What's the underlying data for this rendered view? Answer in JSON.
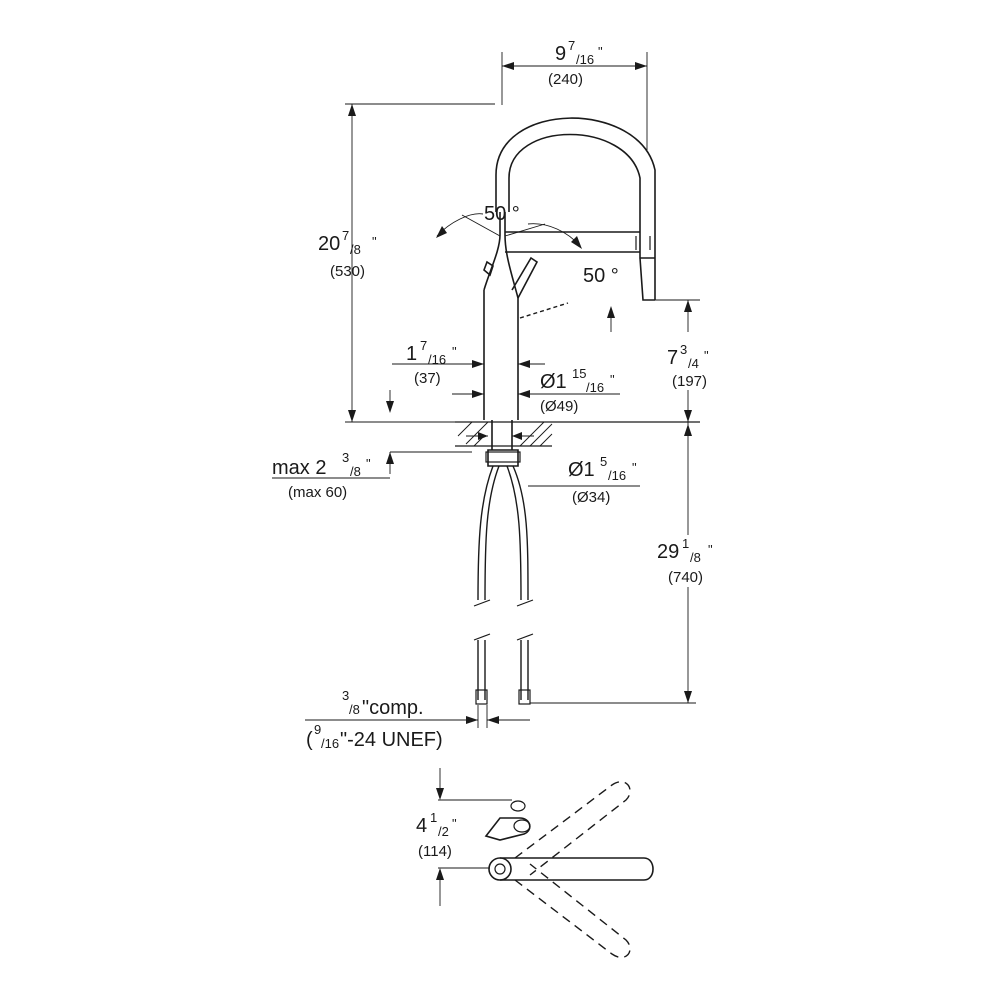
{
  "dimensions": {
    "spout_reach": {
      "whole": "9",
      "num": "7",
      "den": "16",
      "unit": "\"",
      "metric": "(240)"
    },
    "height": {
      "whole": "20",
      "num": "7",
      "den": "8",
      "unit": "\"",
      "metric": "(530)"
    },
    "swivel_angle_1": "50 °",
    "swivel_angle_2": "50 °",
    "outlet_height": {
      "whole": "7",
      "num": "3",
      "den": "4",
      "unit": "\"",
      "metric": "(197)"
    },
    "handle_offset": {
      "whole": "1",
      "num": "7",
      "den": "16",
      "unit": "\"",
      "metric": "(37)"
    },
    "body_diameter": {
      "prefix": "Ø1",
      "num": "15",
      "den": "16",
      "unit": "\"",
      "metric": "(Ø49)"
    },
    "deck_thickness": {
      "prefix": "max  2",
      "num": "3",
      "den": "8",
      "unit": "\"",
      "metric": "(max 60)"
    },
    "hole_diameter": {
      "prefix": "Ø1",
      "num": "5",
      "den": "16",
      "unit": "\"",
      "metric": "(Ø34)"
    },
    "hose_length": {
      "whole": "29",
      "num": "1",
      "den": "8",
      "unit": "\"",
      "metric": "(740)"
    },
    "connection": {
      "num": "3",
      "den": "8",
      "suffix": "\"comp.",
      "thread_open": "(",
      "thread_num": "9",
      "thread_den": "16",
      "thread_suffix": "\"-24 UNEF)"
    },
    "top_view_depth": {
      "whole": "4",
      "num": "1",
      "den": "2",
      "unit": "\"",
      "metric": "(114)"
    }
  }
}
